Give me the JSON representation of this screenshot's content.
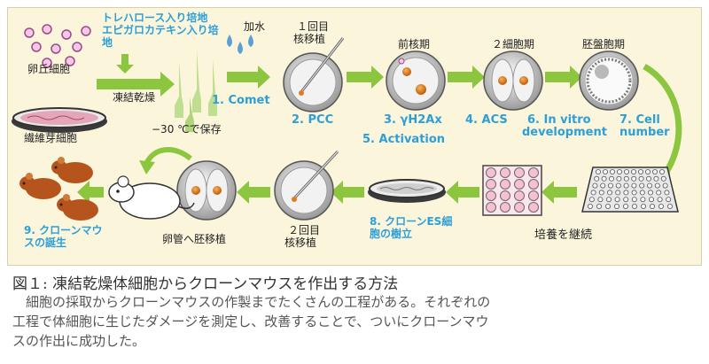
{
  "diagram": {
    "oocyte_label": "卵丘細胞",
    "fibroblast_label": "繊維芽細胞",
    "medium_label_1": "トレハロース入り培地",
    "medium_label_2": "エピガロカテキン入り培",
    "medium_label_3": "地",
    "freeze_dry_label": "凍結乾燥",
    "storage_label": "−30 ℃で保存",
    "water_label": "加水",
    "comet_label": "1. Comet",
    "nt1_label_1": "１回目",
    "nt1_label_2": "核移植",
    "pcc_label": "2. PCC",
    "pronuclear_label": "前核期",
    "h2ax_label": "3. γH2Ax",
    "activation_label": "5. Activation",
    "two_cell_label": "２細胞期",
    "acs_label": "4. ACS",
    "blastocyst_label": "胚盤胞期",
    "invitro_label_1": "6. In vitro",
    "invitro_label_2": "development",
    "cellnum_label_1": "7. Cell",
    "cellnum_label_2": "number",
    "culture_label": "培養を継続",
    "es_label_1": "8. クローンES細",
    "es_label_2": "胞の樹立",
    "nt2_label_1": "２回目",
    "nt2_label_2": "核移植",
    "transfer_label": "卵管へ胚移植",
    "birth_label_1": "9. クローンマウ",
    "birth_label_2": "スの誕生"
  },
  "caption": {
    "title": "図１: 凍結乾燥体細胞からクローンマウスを作出する方法",
    "line1": "　細胞の採取からクローンマウスの作製までたくさんの工程がある。それぞれの",
    "line2": "工程で体細胞に生じたダメージを測定し、改善することで、ついにクローンマウ",
    "line3": "スの作出に成功した。"
  },
  "colors": {
    "panel_bg": "#fbf5dc",
    "arrow_green": "#8cc63f",
    "label_blue": "#2c9fd8",
    "nucleus_orange": "#e07b1e",
    "mouse_brown": "#b5541c"
  }
}
